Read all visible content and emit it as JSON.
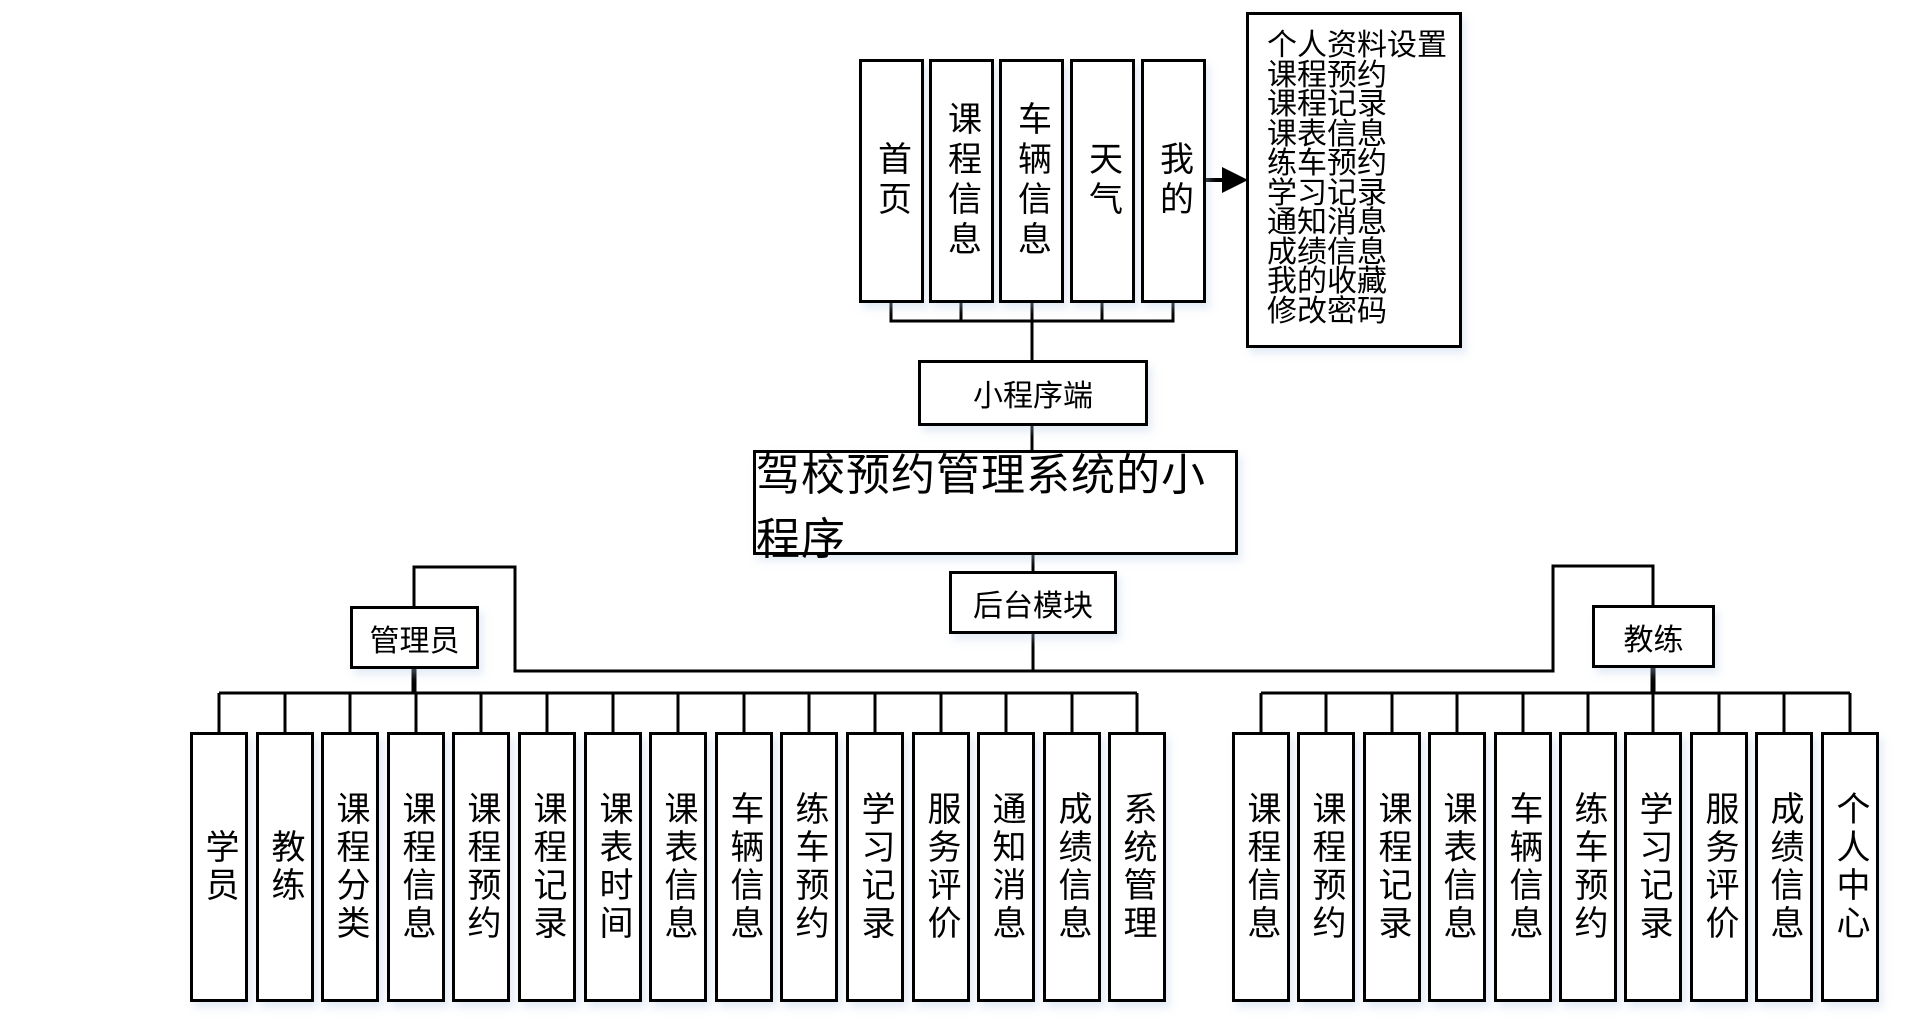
{
  "title": "驾校预约管理系统的小程序",
  "mini_program": {
    "label": "小程序端",
    "pages": [
      "首页",
      "课程信息",
      "车辆信息",
      "天气",
      "我的"
    ],
    "my_page_items": [
      "个人资料设置",
      "课程预约",
      "课程记录",
      "课表信息",
      "练车预约",
      "学习记录",
      "通知消息",
      "成绩信息",
      "我的收藏",
      "修改密码"
    ]
  },
  "backend": {
    "label": "后台模块",
    "admin": {
      "label": "管理员",
      "modules": [
        "学员",
        "教练",
        "课程分类",
        "课程信息",
        "课程预约",
        "课程记录",
        "课表时间",
        "课表信息",
        "车辆信息",
        "练车预约",
        "学习记录",
        "服务评价",
        "通知消息",
        "成绩信息",
        "系统管理"
      ]
    },
    "coach": {
      "label": "教练",
      "modules": [
        "课程信息",
        "课程预约",
        "课程记录",
        "课表信息",
        "车辆信息",
        "练车预约",
        "学习记录",
        "服务评价",
        "成绩信息",
        "个人中心"
      ]
    }
  }
}
